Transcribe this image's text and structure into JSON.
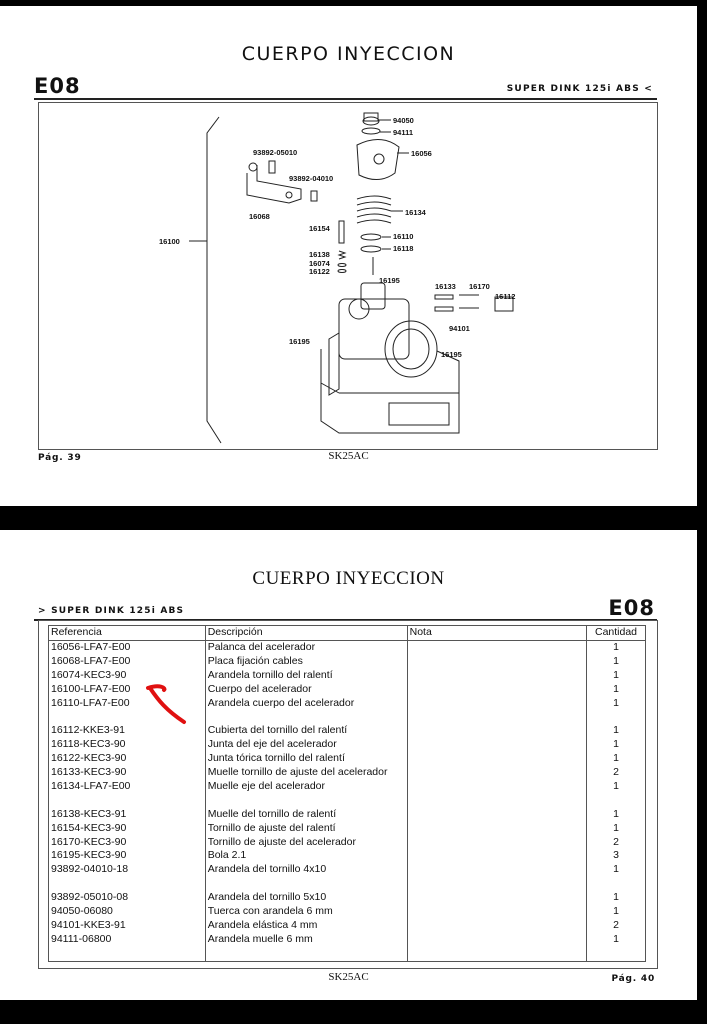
{
  "page1": {
    "title": "CUERPO INYECCION",
    "code": "E08",
    "model": "SUPER DINK 125i ABS <",
    "page_label": "Pág. 39",
    "doc_code": "SK25AC",
    "callouts": {
      "c94050": "94050",
      "c94111": "94111",
      "c16056": "16056",
      "c93892_05010": "93892-05010",
      "c93892_04010": "93892-04010",
      "c16068": "16068",
      "c16134": "16134",
      "c16154": "16154",
      "c16110": "16110",
      "c16100": "16100",
      "c16138": "16138",
      "c16118": "16118",
      "c16074": "16074",
      "c16122": "16122",
      "c16195a": "16195",
      "c16133": "16133",
      "c16170": "16170",
      "c16112": "16112",
      "c94101": "94101",
      "c16195b": "16195",
      "c16195c": "16195"
    }
  },
  "page2": {
    "title": "CUERPO INYECCION",
    "model": "> SUPER DINK 125i ABS",
    "code": "E08",
    "doc_code": "SK25AC",
    "page_label": "Pág. 40",
    "headers": {
      "ref": "Referencia",
      "desc": "Descripción",
      "note": "Nota",
      "qty": "Cantidad"
    },
    "rows": [
      {
        "ref": "16056-LFA7-E00",
        "desc": "Palanca del acelerador",
        "note": "",
        "qty": "1"
      },
      {
        "ref": "16068-LFA7-E00",
        "desc": "Placa fijación cables",
        "note": "",
        "qty": "1"
      },
      {
        "ref": "16074-KEC3-90",
        "desc": "Arandela tornillo del ralentí",
        "note": "",
        "qty": "1"
      },
      {
        "ref": "16100-LFA7-E00",
        "desc": "Cuerpo del acelerador",
        "note": "",
        "qty": "1"
      },
      {
        "ref": "16110-LFA7-E00",
        "desc": "Arandela cuerpo del acelerador",
        "note": "",
        "qty": "1"
      },
      {
        "ref": "",
        "desc": "",
        "note": "",
        "qty": ""
      },
      {
        "ref": "16112-KKE3-91",
        "desc": "Cubierta del tornillo del ralentí",
        "note": "",
        "qty": "1"
      },
      {
        "ref": "16118-KEC3-90",
        "desc": "Junta del eje del acelerador",
        "note": "",
        "qty": "1"
      },
      {
        "ref": "16122-KEC3-90",
        "desc": "Junta tórica tornillo del ralentí",
        "note": "",
        "qty": "1"
      },
      {
        "ref": "16133-KEC3-90",
        "desc": "Muelle tornillo de ajuste del acelerador",
        "note": "",
        "qty": "2"
      },
      {
        "ref": "16134-LFA7-E00",
        "desc": "Muelle eje del acelerador",
        "note": "",
        "qty": "1"
      },
      {
        "ref": "",
        "desc": "",
        "note": "",
        "qty": ""
      },
      {
        "ref": "16138-KEC3-91",
        "desc": "Muelle del tornillo de ralentí",
        "note": "",
        "qty": "1"
      },
      {
        "ref": "16154-KEC3-90",
        "desc": "Tornillo de ajuste del ralentí",
        "note": "",
        "qty": "1"
      },
      {
        "ref": "16170-KEC3-90",
        "desc": "Tornillo de ajuste del acelerador",
        "note": "",
        "qty": "2"
      },
      {
        "ref": "16195-KEC3-90",
        "desc": "Bola 2.1",
        "note": "",
        "qty": "3"
      },
      {
        "ref": "93892-04010-18",
        "desc": "Arandela del tornillo 4x10",
        "note": "",
        "qty": "1"
      },
      {
        "ref": "",
        "desc": "",
        "note": "",
        "qty": ""
      },
      {
        "ref": "93892-05010-08",
        "desc": "Arandela del tornillo 5x10",
        "note": "",
        "qty": "1"
      },
      {
        "ref": "94050-06080",
        "desc": "Tuerca con arandela 6 mm",
        "note": "",
        "qty": "1"
      },
      {
        "ref": "94101-KKE3-91",
        "desc": "Arandela elástica 4 mm",
        "note": "",
        "qty": "2"
      },
      {
        "ref": "94111-06800",
        "desc": "Arandela muelle 6 mm",
        "note": "",
        "qty": "1"
      },
      {
        "ref": "",
        "desc": "",
        "note": "",
        "qty": ""
      }
    ]
  }
}
